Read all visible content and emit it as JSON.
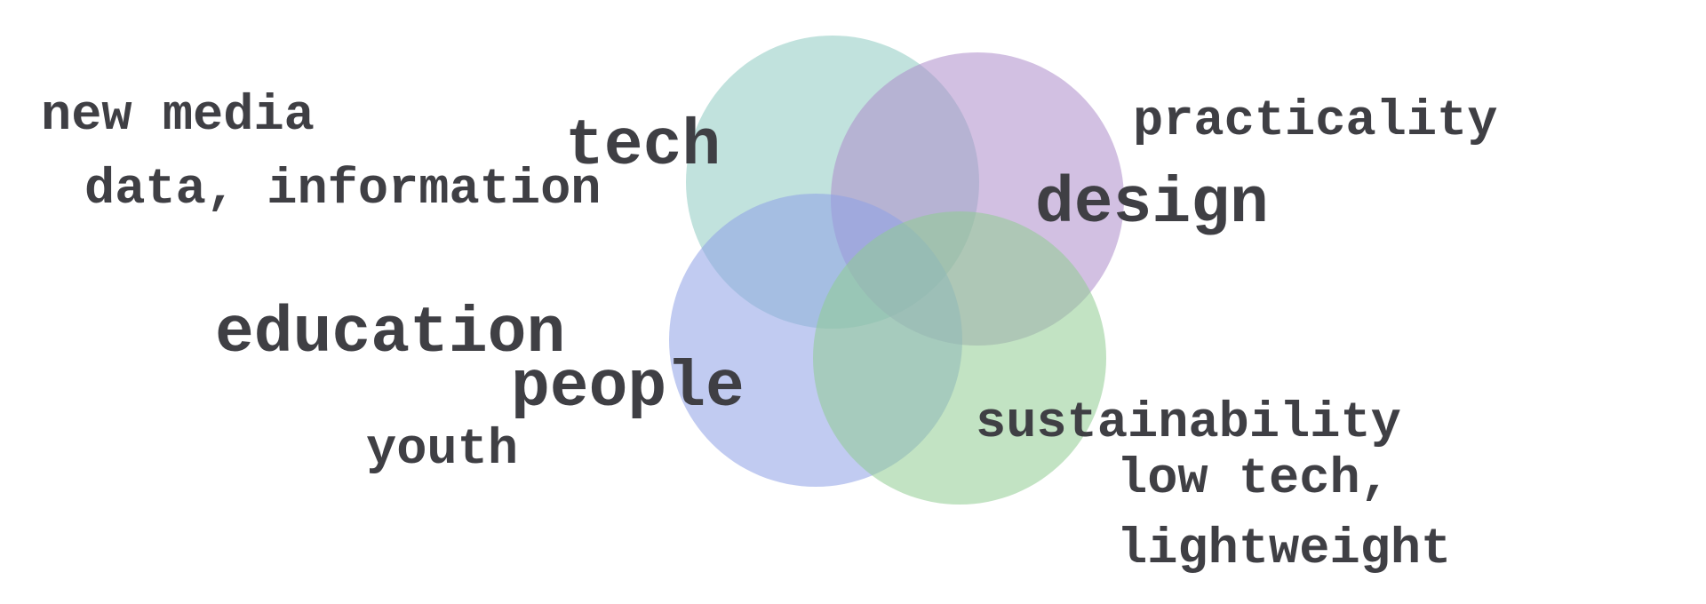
{
  "text_color": "#3f3f44",
  "circles": [
    {
      "name": "tech",
      "color": "#8ecbc1",
      "opacity": 0.55
    },
    {
      "name": "design",
      "color": "#ad8dcb",
      "opacity": 0.55
    },
    {
      "name": "people",
      "color": "#8ea1e6",
      "opacity": 0.55
    },
    {
      "name": "sustainability",
      "color": "#8fcc91",
      "opacity": 0.55
    }
  ],
  "labels": {
    "new_media": "new media",
    "data_information": "data, information",
    "tech": "tech",
    "practicality": "practicality",
    "design": "design",
    "education": "education",
    "people": "people",
    "youth": "youth",
    "sustainability": "sustainability",
    "low_tech": "low tech,",
    "lightweight": "lightweight"
  }
}
